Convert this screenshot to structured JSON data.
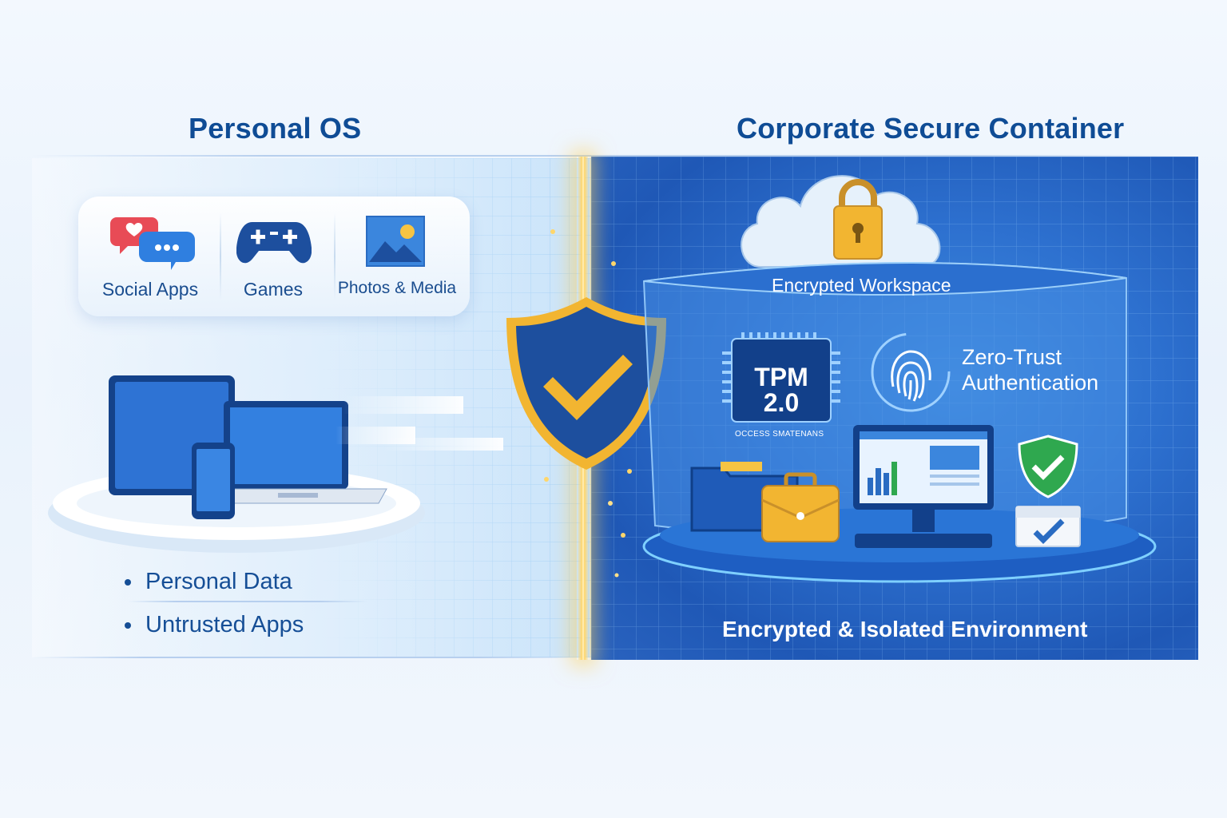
{
  "left": {
    "title": "Personal OS",
    "apps": [
      {
        "label": "Social Apps",
        "icon": "chat-bubbles-icon"
      },
      {
        "label": "Games",
        "icon": "gamepad-icon"
      },
      {
        "label": "Photos & Media",
        "icon": "photo-icon"
      }
    ],
    "bullets": [
      "Personal Data",
      "Untrusted Apps"
    ]
  },
  "right": {
    "title": "Corporate Secure Container",
    "workspace_label": "Encrypted Workspace",
    "tpm_line1": "TPM",
    "tpm_line2": "2.0",
    "tpm_caption": "OCCESS SMATENANS",
    "zero_trust_line1": "Zero-Trust",
    "zero_trust_line2": "Authentication",
    "footer": "Encrypted & Isolated Environment"
  },
  "colors": {
    "navy": "#0f4c95",
    "gold": "#f2b531",
    "container_blue": "#2d70cf",
    "shield_blue": "#1d4f9e",
    "green": "#2fa84f"
  }
}
